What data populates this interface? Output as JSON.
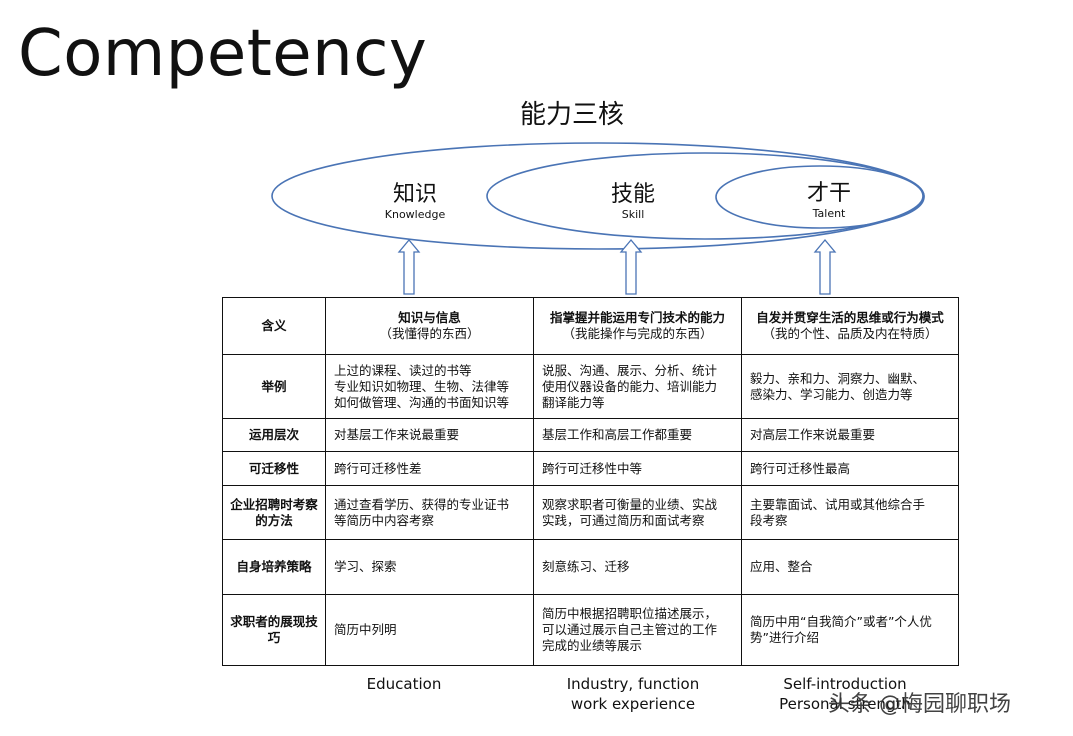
{
  "page": {
    "title": "Competency",
    "subtitle": "能力三核"
  },
  "cores": [
    {
      "zh": "知识",
      "en": "Knowledge"
    },
    {
      "zh": "技能",
      "en": "Skill"
    },
    {
      "zh": "才干",
      "en": "Talent"
    }
  ],
  "table": {
    "header": [
      "含义",
      {
        "bold": "知识与信息",
        "sub": "（我懂得的东西）"
      },
      {
        "bold": "指掌握并能运用专门技术的能力",
        "sub": "（我能操作与完成的东西）"
      },
      {
        "bold": "自发并贯穿生活的思维或行为模式",
        "sub": "（我的个性、品质及内在特质）"
      }
    ],
    "rows": [
      {
        "label": "举例",
        "cells": [
          "上过的课程、读过的书等\n专业知识如物理、生物、法律等\n如何做管理、沟通的书面知识等",
          "说服、沟通、展示、分析、统计\n使用仪器设备的能力、培训能力\n翻译能力等",
          "毅力、亲和力、洞察力、幽默、\n感染力、学习能力、创造力等"
        ]
      },
      {
        "label": "运用层次",
        "cells": [
          "对基层工作来说最重要",
          "基层工作和高层工作都重要",
          "对高层工作来说最重要"
        ]
      },
      {
        "label": "可迁移性",
        "cells": [
          "跨行可迁移性差",
          "跨行可迁移性中等",
          "跨行可迁移性最高"
        ]
      },
      {
        "label": "企业招聘时考察的方法",
        "cells": [
          "通过查看学历、获得的专业证书\n等简历中内容考察",
          "观察求职者可衡量的业绩、实战\n实践，可通过简历和面试考察",
          "主要靠面试、试用或其他综合手\n段考察"
        ]
      },
      {
        "label": "自身培养策略",
        "cells": [
          "学习、探索",
          "刻意练习、迁移",
          "应用、整合"
        ]
      },
      {
        "label": "求职者的展现技巧",
        "cells": [
          "简历中列明",
          "简历中根据招聘职位描述展示，\n可以通过展示自己主管过的工作\n完成的业绩等展示",
          "简历中用“自我简介”或者”个人优\n势”进行介绍"
        ]
      }
    ]
  },
  "footer": {
    "col1": [
      "Education"
    ],
    "col2": [
      "Industry, function",
      "work experience"
    ],
    "col3": [
      "Self-introduction",
      "Personal strength"
    ]
  },
  "watermark": "头条 @梅园聊职场"
}
